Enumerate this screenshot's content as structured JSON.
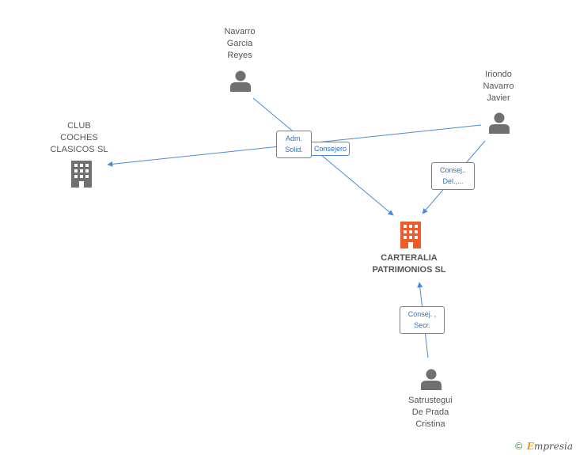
{
  "colors": {
    "edge": "#4a8ad6",
    "person_icon": "#707070",
    "company_icon": "#707070",
    "main_company_icon": "#f05a28"
  },
  "nodes": {
    "navarro": {
      "label": "Navarro\nGarcia\nReyes",
      "icon": "person-icon"
    },
    "iriondo": {
      "label": "Iriondo\nNavarro\nJavier",
      "icon": "person-icon"
    },
    "club": {
      "label": "CLUB\nCOCHES\nCLASICOS  SL",
      "icon": "building-icon"
    },
    "carteralia": {
      "label": "CARTERALIA\nPATRIMONIOS SL",
      "icon": "building-icon"
    },
    "satrustegui": {
      "label": "Satrustegui\nDe Prada\nCristina",
      "icon": "person-icon"
    }
  },
  "edges": {
    "adm_solid": "Adm.\nSolid.",
    "consejero": "Consejero",
    "consej_del": "Consej..\nDel.,...",
    "consej_secr": "Consej. ,\nSecr."
  },
  "brand": {
    "copyright": "©",
    "name": "mpresia",
    "initial": "E"
  }
}
